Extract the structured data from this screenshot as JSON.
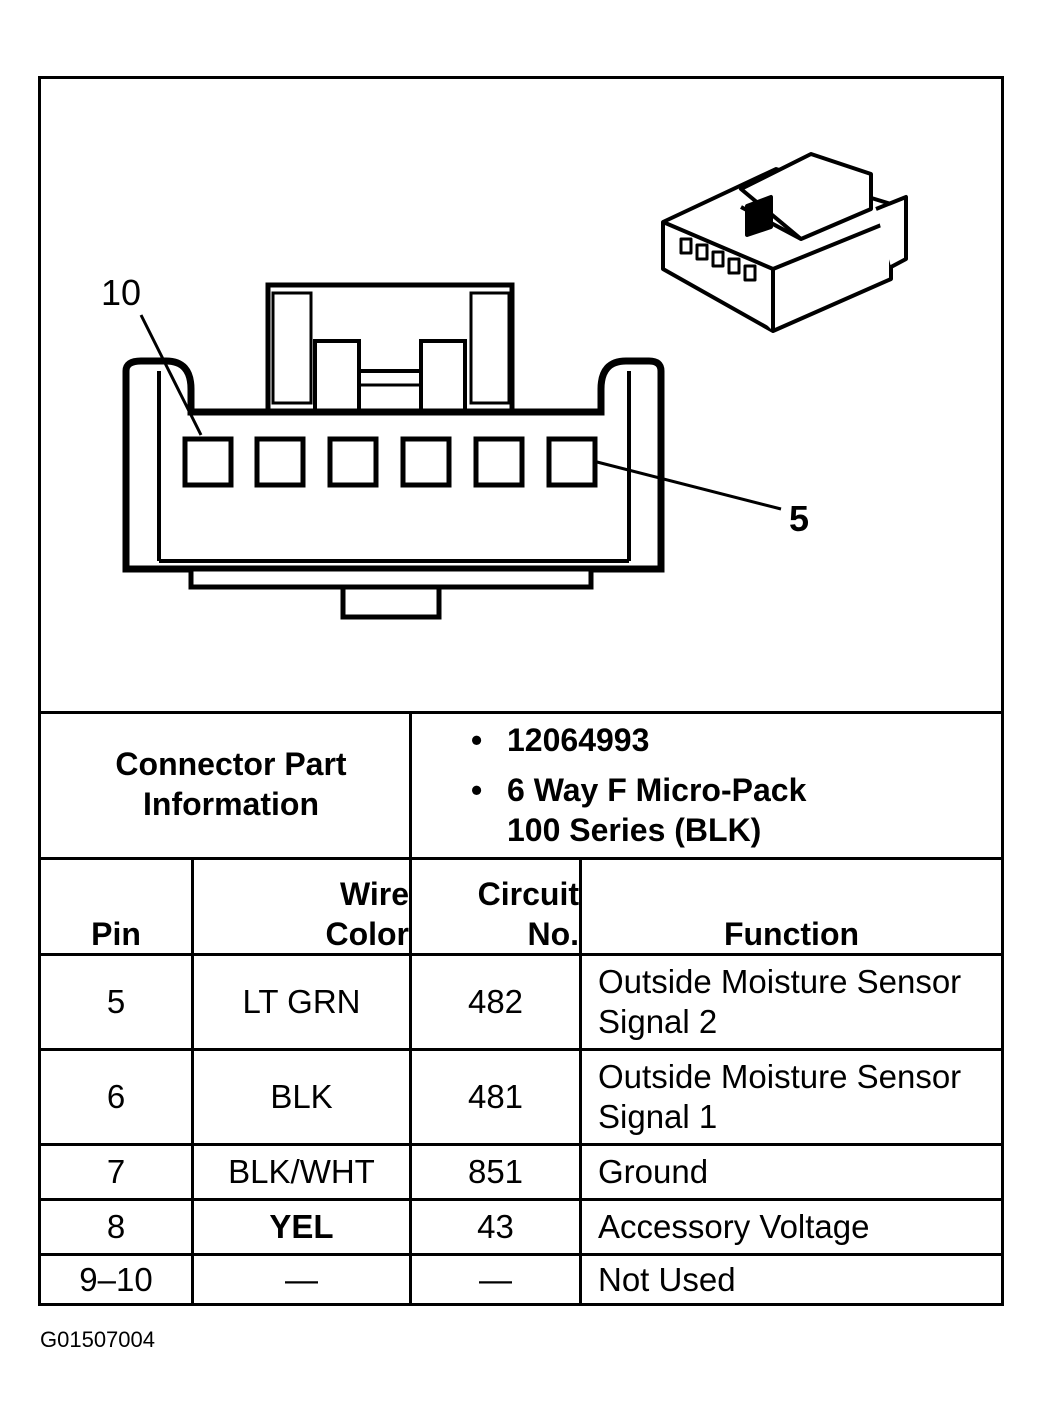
{
  "diagram": {
    "callout_left": "10",
    "callout_right": "5"
  },
  "info": {
    "label": "Connector Part Information",
    "part_number": "12064993",
    "description_line1": "6 Way F Micro-Pack",
    "description_line2": "100 Series (BLK)"
  },
  "table": {
    "headers": {
      "pin": "Pin",
      "wire_color_1": "Wire",
      "wire_color_2": "Color",
      "circuit_1": "Circuit",
      "circuit_2": "No.",
      "function": "Function"
    },
    "rows": [
      {
        "pin": "5",
        "wire_color": "LT GRN",
        "circuit": "482",
        "function_1": "Outside Moisture Sensor",
        "function_2": "Signal 2"
      },
      {
        "pin": "6",
        "wire_color": "BLK",
        "circuit": "481",
        "function_1": "Outside Moisture Sensor",
        "function_2": "Signal 1"
      },
      {
        "pin": "7",
        "wire_color": "BLK/WHT",
        "circuit": "851",
        "function_1": "Ground",
        "function_2": ""
      },
      {
        "pin": "8",
        "wire_color": "YEL",
        "circuit": "43",
        "function_1": "Accessory Voltage",
        "function_2": ""
      },
      {
        "pin": "9–10",
        "wire_color": "—",
        "circuit": "—",
        "function_1": "Not Used",
        "function_2": ""
      }
    ]
  },
  "figure_code": "G01507004"
}
